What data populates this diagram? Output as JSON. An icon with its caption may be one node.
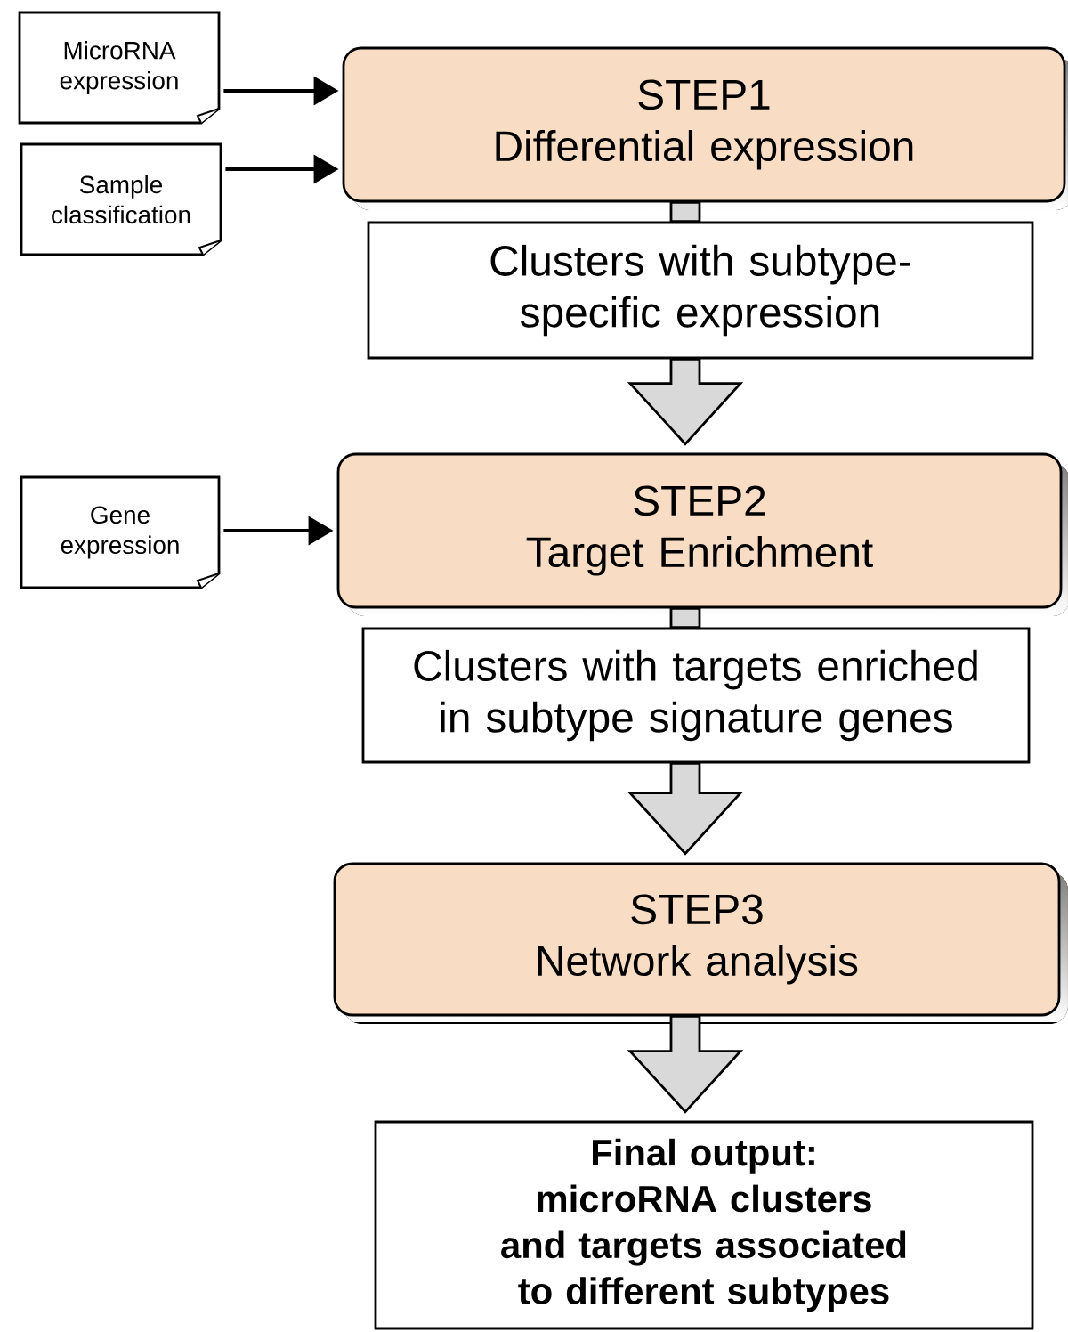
{
  "diagram": {
    "nodes": [
      {
        "text": [
          "MicroRNA expression"
        ]
      },
      {
        "text": [
          "Sample classification"
        ]
      },
      {
        "text": [
          "STEP1",
          "Differential expression"
        ]
      },
      {
        "text": [
          "Clusters with subtype-specific expression"
        ]
      },
      {
        "text": [
          "Gene expression"
        ]
      },
      {
        "text": [
          "STEP2",
          "Target Enrichment"
        ]
      },
      {
        "text": [
          "Clusters with targets enriched in subtype signature genes"
        ]
      },
      {
        "text": [
          "STEP3",
          "Network analysis"
        ]
      },
      {
        "text": [
          "Final output:",
          "microRNA clusters and targets associated to different subtypes"
        ]
      }
    ],
    "edges": [
      {
        "from": 0,
        "to": 2,
        "arrow": "to"
      },
      {
        "from": 1,
        "to": 2,
        "arrow": "to"
      },
      {
        "from": 2,
        "to": 3,
        "arrow": "none",
        "style": "thick",
        "color": "#d9d9d9"
      },
      {
        "from": 3,
        "to": 5,
        "arrow": "to",
        "style": "thick",
        "color": "#d9d9d9"
      },
      {
        "from": 4,
        "to": 5,
        "arrow": "to"
      },
      {
        "from": 5,
        "to": 6,
        "arrow": "none",
        "style": "thick",
        "color": "#d9d9d9"
      },
      {
        "from": 6,
        "to": 7,
        "arrow": "to",
        "style": "thick",
        "color": "#d9d9d9"
      },
      {
        "from": 7,
        "to": 8,
        "arrow": "to",
        "style": "thick",
        "color": "#d9d9d9"
      }
    ]
  }
}
